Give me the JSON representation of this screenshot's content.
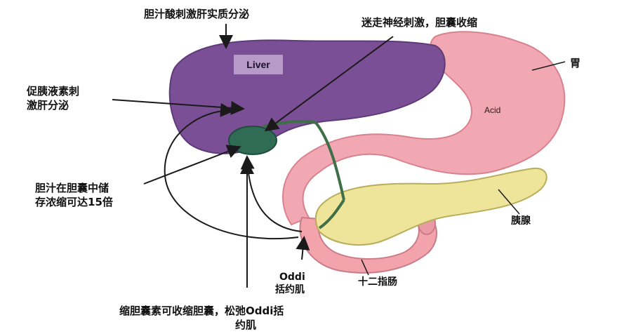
{
  "labels": {
    "top_left": "胆汁酸刺激肝实质分泌",
    "top_right": "迷走神经刺激，胆囊收缩",
    "stomach": "胃",
    "liver": "Liver",
    "acid": "Acid",
    "secretin_line1": "促胰液素刺",
    "secretin_line2": "激肝分泌",
    "gallbladder_line1": "胆汁在胆囊中储",
    "gallbladder_line2": "存浓缩可达15倍",
    "pancreas": "胰腺",
    "oddi_line1": "Oddi",
    "oddi_line2": "括约肌",
    "duodenum": "十二指肠",
    "bottom_line1": "缩胆囊素可收缩胆囊，松弛Oddi括",
    "bottom_line2": "约肌"
  },
  "colors": {
    "liver": "#7a4f95",
    "liver_dark": "#5e3a78",
    "stomach": "#f1a8b2",
    "stomach_dark": "#d9828f",
    "pancreas": "#eee49a",
    "gallbladder": "#2f6b55",
    "duodenum": "#f2a3ac",
    "arrow": "#1a1a1a"
  }
}
